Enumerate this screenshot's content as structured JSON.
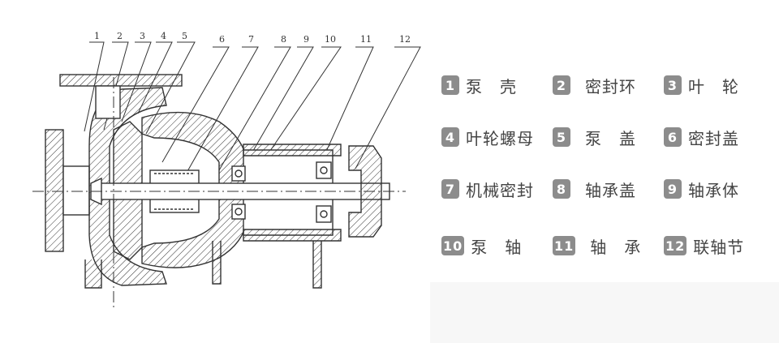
{
  "colors": {
    "badge": "#8c8c8c",
    "text": "#444444",
    "line": "#333333"
  },
  "callout_numbers": [
    "1",
    "2",
    "3",
    "4",
    "5",
    "6",
    "7",
    "8",
    "9",
    "10",
    "11",
    "12"
  ],
  "legend": [
    {
      "num": "1",
      "label": "泵　壳"
    },
    {
      "num": "2",
      "label": "密封环"
    },
    {
      "num": "3",
      "label": "叶　轮"
    },
    {
      "num": "4",
      "label": "叶轮螺母"
    },
    {
      "num": "5",
      "label": "泵　盖"
    },
    {
      "num": "6",
      "label": "密封盖"
    },
    {
      "num": "7",
      "label": "机械密封"
    },
    {
      "num": "8",
      "label": "轴承盖"
    },
    {
      "num": "9",
      "label": "轴承体"
    },
    {
      "num": "10",
      "label": "泵　轴"
    },
    {
      "num": "11",
      "label": "轴　承"
    },
    {
      "num": "12",
      "label": "联轴节"
    }
  ]
}
